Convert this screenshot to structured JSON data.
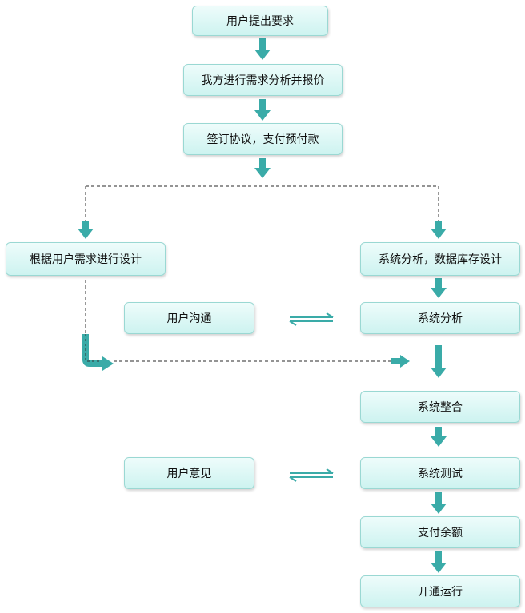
{
  "colors": {
    "arrow": "#3aaba8",
    "dashed": "#555555",
    "box_border": "#9ad8d3",
    "box_fill_top": "#eefcfb",
    "box_fill_bottom": "#cdf3f0"
  },
  "nodes": {
    "user_request": "用户提出要求",
    "analysis_quote": "我方进行需求分析并报价",
    "sign_agreement": "签订协议，支付预付款",
    "design_by_requirements": "根据用户需求进行设计",
    "system_analysis_db_design": "系统分析，数据库存设计",
    "user_communication": "用户沟通",
    "system_analysis": "系统分析",
    "system_integration": "系统整合",
    "user_feedback": "用户意见",
    "system_testing": "系统测试",
    "pay_balance": "支付余额",
    "go_live": "开通运行"
  }
}
